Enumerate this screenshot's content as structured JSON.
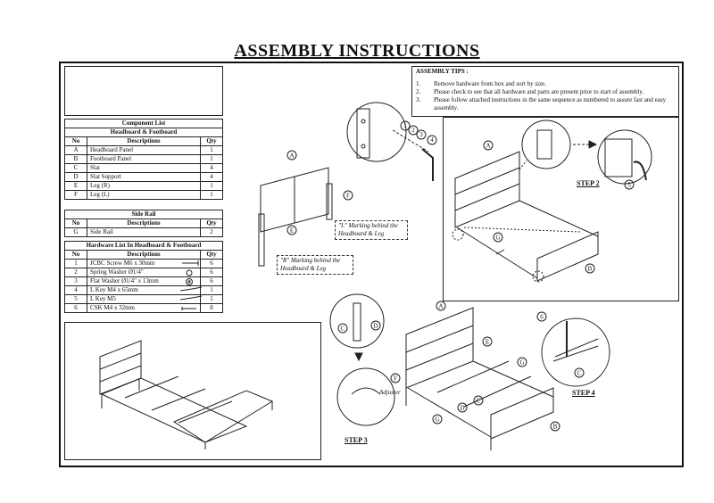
{
  "page": {
    "title": "ASSEMBLY INSTRUCTIONS"
  },
  "component_list": {
    "title": "Component List",
    "subtitle": "Headboard & Footboard",
    "headers": [
      "No",
      "Descriptions",
      "Qty"
    ],
    "rows": [
      [
        "A",
        "Headboard Panel",
        "1"
      ],
      [
        "B",
        "Footboard Panel",
        "1"
      ],
      [
        "C",
        "Slat",
        "4"
      ],
      [
        "D",
        "Slat Support",
        "4"
      ],
      [
        "E",
        "Leg (R)",
        "1"
      ],
      [
        "F",
        "Leg (L)",
        "1"
      ]
    ]
  },
  "side_rail": {
    "title": "Side Rail",
    "headers": [
      "No",
      "Descriptions",
      "Qty"
    ],
    "rows": [
      [
        "G",
        "Side Rail",
        "2"
      ]
    ]
  },
  "hardware_list": {
    "title": "Hardware List In Headboard & Footboard",
    "headers": [
      "No",
      "Descriptions",
      "Qty"
    ],
    "rows": [
      [
        "1",
        "JCBC Screw M6 x 30mm",
        "6"
      ],
      [
        "2",
        "Spring Washer Ø1/4\"",
        "6"
      ],
      [
        "3",
        "Flat Washer Ø1/4\" x 13mm",
        "6"
      ],
      [
        "4",
        "L Key M4 x 65mm",
        "1"
      ],
      [
        "5",
        "L Key M5",
        "1"
      ],
      [
        "6",
        "CSK M4 x 32mm",
        "8"
      ]
    ]
  },
  "tips": {
    "title": "ASSEMBLY TIPS :",
    "items": [
      "Remove hardware from box and sort by size.",
      "Please check to see that all hardware and parts are present prior to start of assembly.",
      "Please follow attached instructions in the same sequence as numbered to assure fast and easy assembly."
    ]
  },
  "notes": {
    "l_marking": "\"L\" Marking behind the Headboard & Leg",
    "r_marking": "\"R\" Marking behind the Headboard & Leg",
    "adjuster": "Adjuster"
  },
  "steps": {
    "step2": "STEP 2",
    "step3": "STEP 3",
    "step4": "STEP 4"
  },
  "labels": {
    "A": "A",
    "B": "B",
    "C": "C",
    "D": "D",
    "E": "E",
    "F": "F",
    "G": "G",
    "n1": "1",
    "n2": "2",
    "n3": "3",
    "n4": "4",
    "n5": "5",
    "n6": "6"
  }
}
